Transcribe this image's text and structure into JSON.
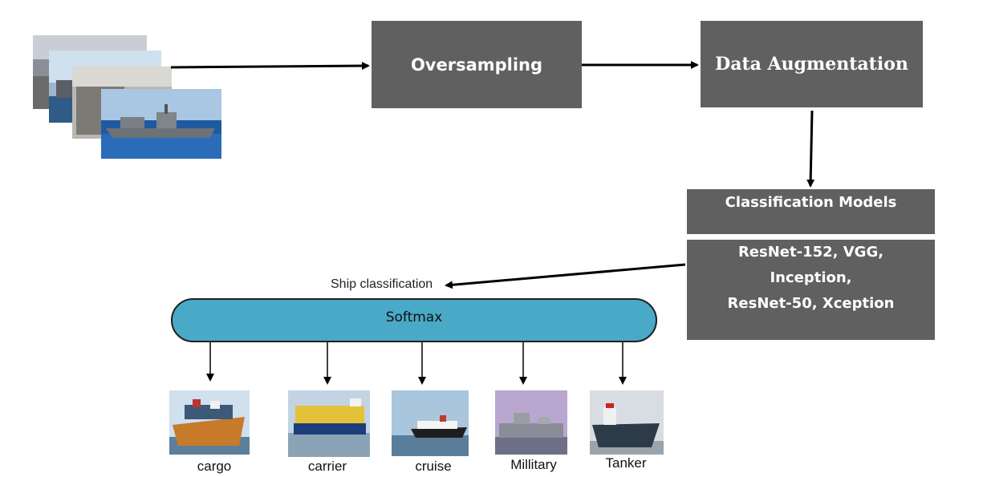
{
  "boxes": {
    "oversampling": "Oversampling",
    "augmentation": "Data Augmentation",
    "classification": "Classification Models",
    "models": [
      "ResNet-152, VGG,",
      "Inception,",
      "ResNet-50, Xception"
    ]
  },
  "softmax": "Softmax",
  "ship_classification": "Ship classification",
  "classes": [
    "cargo",
    "carrier",
    "cruise",
    "Millitary",
    "Tanker"
  ],
  "colors": {
    "box_fill": "#606060",
    "softmax_fill": "#49a9c6",
    "arrow": "#000000"
  }
}
